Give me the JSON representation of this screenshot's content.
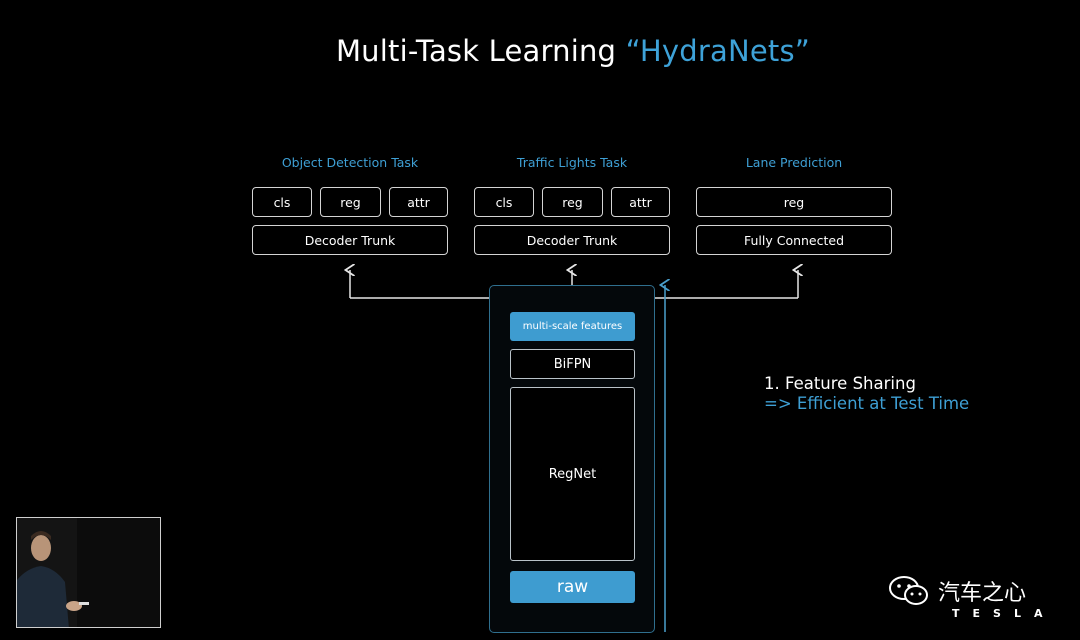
{
  "title": {
    "main": "Multi-Task Learning ",
    "accent": "“HydraNets”"
  },
  "tasks": [
    {
      "title": "Object Detection Task",
      "heads": [
        "cls",
        "reg",
        "attr"
      ],
      "trunk": "Decoder Trunk"
    },
    {
      "title": "Traffic Lights Task",
      "heads": [
        "cls",
        "reg",
        "attr"
      ],
      "trunk": "Decoder Trunk"
    },
    {
      "title": "Lane Prediction",
      "heads": [
        "reg"
      ],
      "trunk": "Fully Connected"
    }
  ],
  "backbone": {
    "features": "multi-scale features",
    "neck": "BiFPN",
    "body": "RegNet",
    "input": "raw"
  },
  "note": {
    "line1": "1. Feature Sharing",
    "line2": "=> Efficient at Test Time"
  },
  "watermark": {
    "text": "汽车之心",
    "brand": "TESLA"
  },
  "colors": {
    "accent": "#3ea2d8",
    "background": "#000000",
    "box_border": "#d4d4d4"
  }
}
